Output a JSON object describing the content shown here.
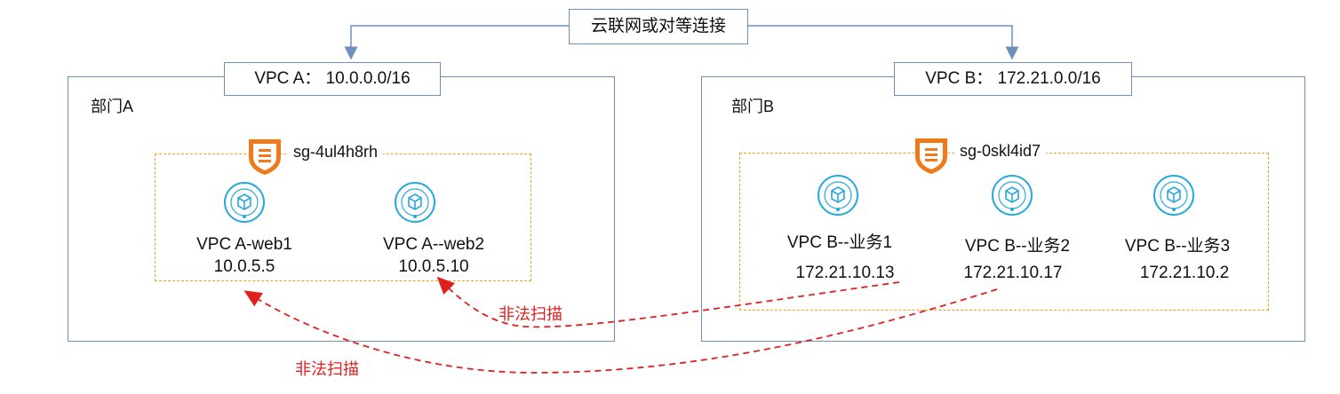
{
  "top_link": "云联网或对等连接",
  "vpc_a": {
    "title": "VPC A： 10.0.0.0/16",
    "department": "部门A",
    "security_group": "sg-4ul4h8rh",
    "instances": [
      {
        "name": "VPC A-web1",
        "ip": "10.0.5.5"
      },
      {
        "name": "VPC A--web2",
        "ip": "10.0.5.10"
      }
    ]
  },
  "vpc_b": {
    "title": "VPC B： 172.21.0.0/16",
    "department": "部门B",
    "security_group": "sg-0skl4id7",
    "instances": [
      {
        "name": "VPC B--业务1",
        "ip": "172.21.10.13"
      },
      {
        "name": "VPC B--业务2",
        "ip": "172.21.10.17"
      },
      {
        "name": "VPC B--业务3",
        "ip": "172.21.10.2"
      }
    ]
  },
  "scans": [
    {
      "label": "非法扫描"
    },
    {
      "label": "非法扫描"
    }
  ],
  "colors": {
    "border": "#6f8fbf",
    "sg_dash": "#f2a31b",
    "shield": "#f07a1a",
    "node_icon": "#29a8df",
    "scan": "#e0201f"
  }
}
